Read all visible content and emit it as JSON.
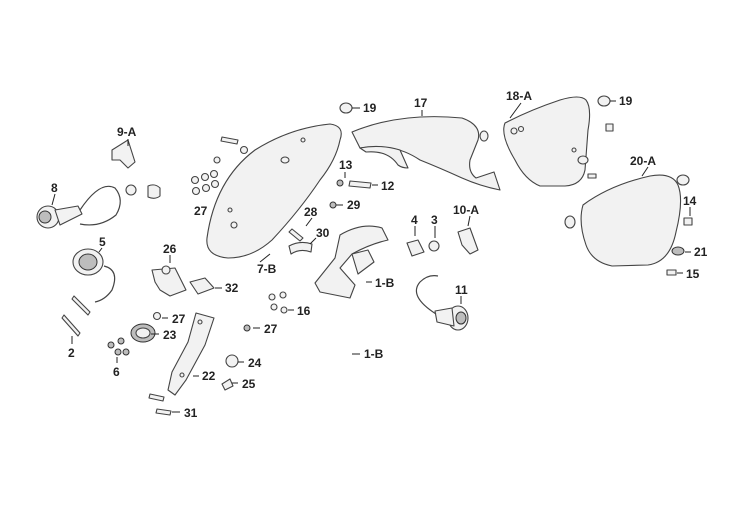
{
  "callouts": [
    {
      "id": "l19a",
      "text": "19"
    },
    {
      "id": "l17",
      "text": "17"
    },
    {
      "id": "l18a",
      "text": "18-A"
    },
    {
      "id": "l19b",
      "text": "19"
    },
    {
      "id": "l9a",
      "text": "9-A"
    },
    {
      "id": "l13",
      "text": "13"
    },
    {
      "id": "l12",
      "text": "12"
    },
    {
      "id": "l20a",
      "text": "20-A"
    },
    {
      "id": "l8",
      "text": "8"
    },
    {
      "id": "l27a",
      "text": "27"
    },
    {
      "id": "l29",
      "text": "29"
    },
    {
      "id": "l28",
      "text": "28"
    },
    {
      "id": "l30",
      "text": "30"
    },
    {
      "id": "l4",
      "text": "4"
    },
    {
      "id": "l3",
      "text": "3"
    },
    {
      "id": "l10a",
      "text": "10-A"
    },
    {
      "id": "l14",
      "text": "14"
    },
    {
      "id": "l5",
      "text": "5"
    },
    {
      "id": "l26",
      "text": "26"
    },
    {
      "id": "l7b",
      "text": "7-B"
    },
    {
      "id": "l21",
      "text": "21"
    },
    {
      "id": "l15",
      "text": "15"
    },
    {
      "id": "l1b",
      "text": "1-B"
    },
    {
      "id": "l32",
      "text": "32"
    },
    {
      "id": "l11",
      "text": "11"
    },
    {
      "id": "l16",
      "text": "16"
    },
    {
      "id": "l27b",
      "text": "27"
    },
    {
      "id": "l23",
      "text": "23"
    },
    {
      "id": "l27c",
      "text": "27"
    },
    {
      "id": "l2",
      "text": "2"
    },
    {
      "id": "l1b2",
      "text": "1-B"
    },
    {
      "id": "l6",
      "text": "6"
    },
    {
      "id": "l24",
      "text": "24"
    },
    {
      "id": "l22",
      "text": "22"
    },
    {
      "id": "l25",
      "text": "25"
    },
    {
      "id": "l31",
      "text": "31"
    }
  ]
}
